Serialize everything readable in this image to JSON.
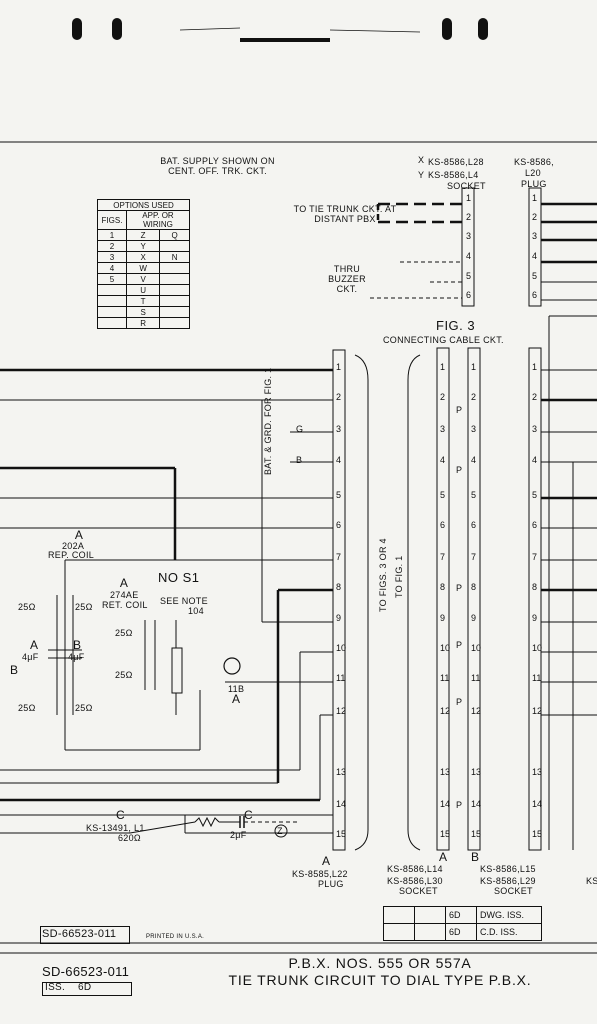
{
  "header": {
    "bat_supply": "BAT. SUPPLY SHOWN ON CENT. OFF. TRK. CKT.",
    "socket_x": "KS-8586,L28",
    "socket_y": "KS-8586,L4",
    "socket_label": "SOCKET",
    "plug_label_top": "KS-8586,",
    "plug_l20": "L20",
    "plug_label": "PLUG",
    "x_mark": "X",
    "y_mark": "Y"
  },
  "options_table": {
    "title": "OPTIONS USED",
    "col1": "FIGS.",
    "col2": "APP. OR WIRING",
    "rows": [
      [
        "1",
        "Z",
        "Q"
      ],
      [
        "2",
        "Y",
        ""
      ],
      [
        "3",
        "X",
        "N"
      ],
      [
        "4",
        "W",
        ""
      ],
      [
        "5",
        "V",
        ""
      ],
      [
        "",
        "U",
        ""
      ],
      [
        "",
        "T",
        ""
      ],
      [
        "",
        "S",
        ""
      ],
      [
        "",
        "R",
        ""
      ]
    ]
  },
  "labels": {
    "tie_trunk": "TO TIE TRUNK CKT. AT DISTANT PBX",
    "thru_buzzer": "THRU BUZZER CKT.",
    "fig3": "FIG. 3",
    "connecting_cable": "CONNECTING CABLE CKT.",
    "bat_grd": "BAT. & GRD. FOR FIG. 1",
    "g": "G",
    "b": "B",
    "to_figs": "TO FIGS. 3 OR 4",
    "to_fig1": "TO FIG. 1",
    "rep_coil_a": "A",
    "rep_coil_type": "202A",
    "rep_coil": "REP. COIL",
    "ret_coil_a": "A",
    "ret_coil_type": "274AE",
    "ret_coil": "RET. COIL",
    "no_s1": "NO S1",
    "see_note": "SEE NOTE",
    "note_num": "104",
    "res_25": "25Ω",
    "cap_4uf": "4μF",
    "cap_a": "A",
    "cap_b": "B",
    "res_b": "B",
    "lamp_11b": "11B",
    "lamp_a": "A",
    "c_label": "C",
    "ks1349": "KS-13491, L1",
    "ohm620": "620Ω",
    "c_cap": "C",
    "cap_2uf": "2μF",
    "z_mark": "Z",
    "plug_a": "A",
    "plug_ks8585": "KS-8585,L22",
    "plug_word": "PLUG",
    "sock_a": "A",
    "sock_b": "B",
    "w_ks": "KS-8586,L14",
    "v_ks": "KS-8586,L30",
    "u_ks": "KS-8586,L15",
    "t_ks": "KS-8586,L29",
    "socket_word": "SOCKET",
    "edge_ks": "KS",
    "p": "P"
  },
  "footer": {
    "dwg_no": "SD-66523-011",
    "printed": "PRINTED IN U.S.A.",
    "iss_6d_1": "6D",
    "dwg_iss": "DWG. ISS.",
    "iss_6d_2": "6D",
    "cd_iss": "C.D. ISS.",
    "title1": "P.B.X. NOS. 555 OR 557A",
    "title2": "TIE TRUNK CIRCUIT TO DIAL TYPE P.B.X.",
    "iss_label": "ISS.",
    "iss_value": "6D"
  },
  "pins": [
    "1",
    "2",
    "3",
    "4",
    "5",
    "6",
    "7",
    "8",
    "9",
    "10",
    "11",
    "12",
    "13",
    "14",
    "15"
  ],
  "top_pins": [
    "1",
    "2",
    "3",
    "4",
    "5",
    "6"
  ]
}
